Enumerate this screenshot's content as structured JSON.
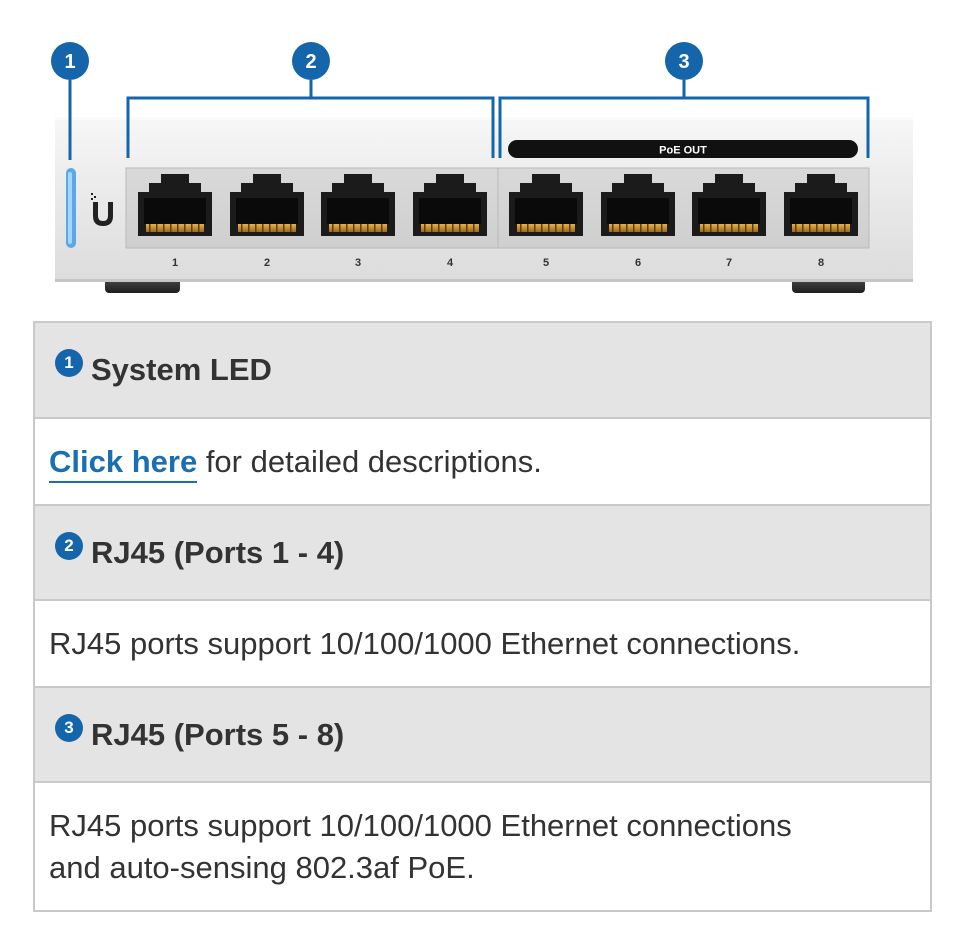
{
  "figure": {
    "callouts": [
      "1",
      "2",
      "3"
    ],
    "poe_label": "PoE OUT",
    "port_numbers": [
      "1",
      "2",
      "3",
      "4",
      "5",
      "6",
      "7",
      "8"
    ],
    "logo_icon": "ubiquiti-u-logo-icon",
    "led_color": "#5aa8e8"
  },
  "sections": [
    {
      "badge": "1",
      "title": "System LED",
      "link_text": "Click here",
      "text": " for detailed descriptions."
    },
    {
      "badge": "2",
      "title": "RJ45 (Ports 1 - 4)",
      "text": "RJ45 ports support 10/100/1000 Ethernet connections."
    },
    {
      "badge": "3",
      "title": "RJ45 (Ports 5 - 8)",
      "text_line1": "RJ45 ports support 10/100/1000 Ethernet connections",
      "text_line2": "and auto-sensing 802.3af PoE."
    }
  ],
  "colors": {
    "badge": "#1465aa",
    "link": "#1a6fb3",
    "header_bg": "#e4e4e4",
    "border": "#c9c9c9"
  }
}
